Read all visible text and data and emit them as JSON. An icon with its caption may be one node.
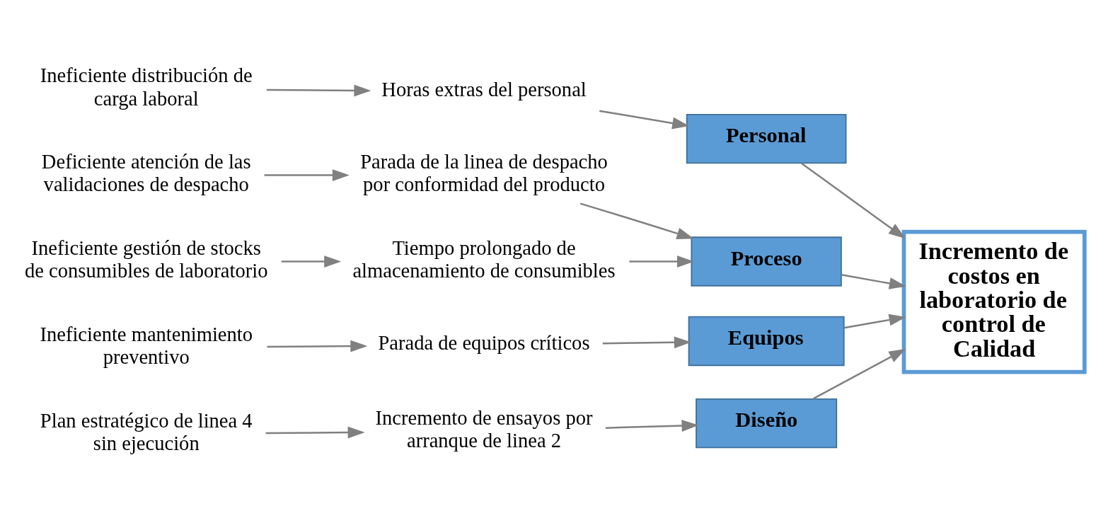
{
  "diagram": {
    "nodes": [
      {
        "text": [
          "Diseño"
        ]
      },
      {
        "text": [
          "Personal"
        ]
      },
      {
        "text": [
          "Proceso"
        ]
      },
      {
        "text": [
          "Equipos"
        ]
      },
      {
        "text": [
          "Incremento de costos en laboratorio de control de Calidad"
        ]
      },
      {
        "text": [
          "Incremento de ensayos por arranque de linea 2"
        ]
      },
      {
        "text": [
          "Plan estratégico de linea 4 sin ejecución"
        ]
      },
      {
        "text": [
          "Horas extras del personal"
        ]
      },
      {
        "text": [
          "Ineficiente distribución de carga laboral"
        ]
      },
      {
        "text": [
          "Deficiente atención de las validaciones de despacho"
        ]
      },
      {
        "text": [
          "Parada de la linea de despacho por conformidad del producto"
        ]
      },
      {
        "text": [
          "Tiempo prolongado de almacenamiento de consumibles"
        ]
      },
      {
        "text": [
          "Ineficiente gestión de stocks de consumibles de laboratorio"
        ]
      },
      {
        "text": [
          "Parada de equipos críticos"
        ]
      },
      {
        "text": [
          "Ineficiente mantenimiento preventivo"
        ]
      }
    ],
    "edges": [
      {
        "from": 0,
        "to": 4,
        "arrow": "to"
      },
      {
        "from": 1,
        "to": 4,
        "arrow": "to"
      },
      {
        "from": 2,
        "to": 4,
        "arrow": "to"
      },
      {
        "from": 3,
        "to": 4,
        "arrow": "to"
      },
      {
        "from": 5,
        "to": 0,
        "arrow": "to"
      },
      {
        "from": 6,
        "to": 5,
        "arrow": "to"
      },
      {
        "from": 7,
        "to": 1,
        "arrow": "to"
      },
      {
        "from": 8,
        "to": 7,
        "arrow": "to"
      },
      {
        "from": 10,
        "to": 2,
        "arrow": "to"
      },
      {
        "from": 9,
        "to": 10,
        "arrow": "to"
      },
      {
        "from": 11,
        "to": 2,
        "arrow": "to"
      },
      {
        "from": 12,
        "to": 11,
        "arrow": "to"
      },
      {
        "from": 13,
        "to": 3,
        "arrow": "to"
      },
      {
        "from": 14,
        "to": 13,
        "arrow": "to"
      }
    ]
  }
}
